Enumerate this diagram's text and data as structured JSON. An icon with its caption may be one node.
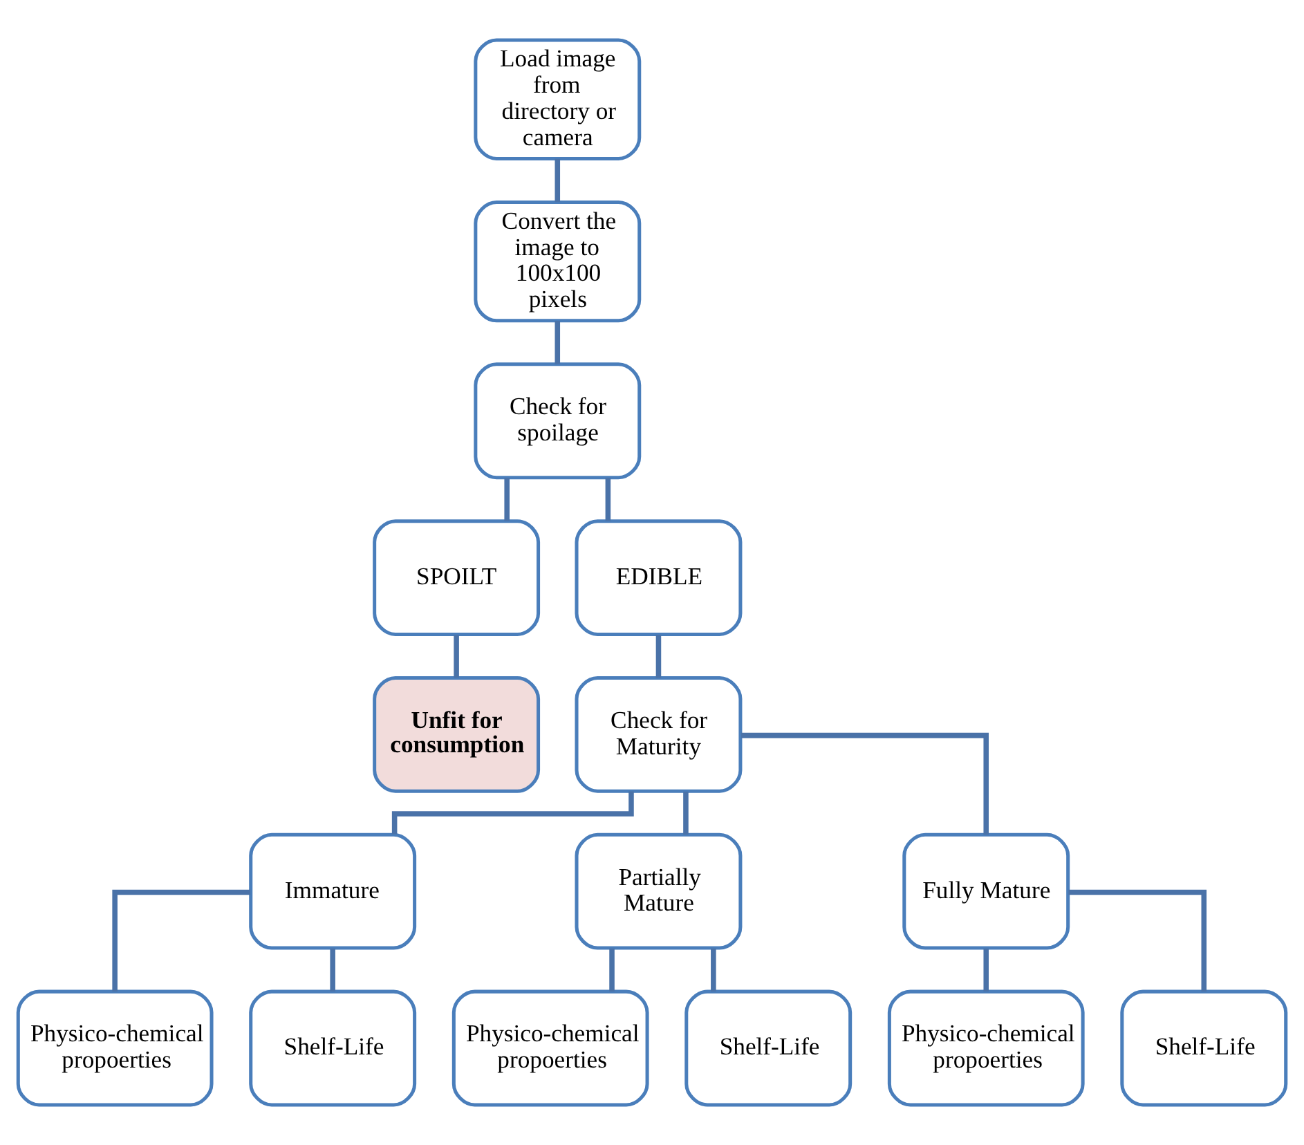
{
  "diagram": {
    "nodes": [
      {
        "text": [
          "Load image from directory or camera"
        ]
      },
      {
        "text": [
          "Convert the image to 100x100 pixels"
        ]
      },
      {
        "text": [
          "Check for spoilage"
        ]
      },
      {
        "text": [
          "SPOILT"
        ]
      },
      {
        "text": [
          "EDIBLE"
        ]
      },
      {
        "text": [
          "Unfit for consumption"
        ]
      },
      {
        "text": [
          "Check for Maturity"
        ]
      },
      {
        "text": [
          "Immature"
        ]
      },
      {
        "text": [
          "Partially Mature"
        ]
      },
      {
        "text": [
          "Fully Mature"
        ]
      },
      {
        "text": [
          "Physico-chemical propoerties"
        ]
      },
      {
        "text": [
          "Shelf-Life"
        ]
      },
      {
        "text": [
          "Physico-chemical propoerties"
        ]
      },
      {
        "text": [
          "Shelf-Life"
        ]
      },
      {
        "text": [
          "Physico-chemical propoerties"
        ]
      },
      {
        "text": [
          "Shelf-Life"
        ]
      }
    ],
    "edges": [
      {
        "from": 0,
        "to": 1,
        "arrow": "none"
      },
      {
        "from": 1,
        "to": 2,
        "arrow": "none"
      },
      {
        "from": 2,
        "to": 3,
        "arrow": "none"
      },
      {
        "from": 2,
        "to": 4,
        "arrow": "none"
      },
      {
        "from": 3,
        "to": 5,
        "arrow": "none"
      },
      {
        "from": 4,
        "to": 6,
        "arrow": "none"
      },
      {
        "from": 6,
        "to": 7,
        "arrow": "none"
      },
      {
        "from": 6,
        "to": 8,
        "arrow": "none"
      },
      {
        "from": 6,
        "to": 9,
        "arrow": "none"
      },
      {
        "from": 7,
        "to": 10,
        "arrow": "none"
      },
      {
        "from": 7,
        "to": 11,
        "arrow": "none"
      },
      {
        "from": 8,
        "to": 12,
        "arrow": "none"
      },
      {
        "from": 8,
        "to": 13,
        "arrow": "none"
      },
      {
        "from": 9,
        "to": 14,
        "arrow": "none"
      },
      {
        "from": 9,
        "to": 15,
        "arrow": "none"
      }
    ]
  }
}
